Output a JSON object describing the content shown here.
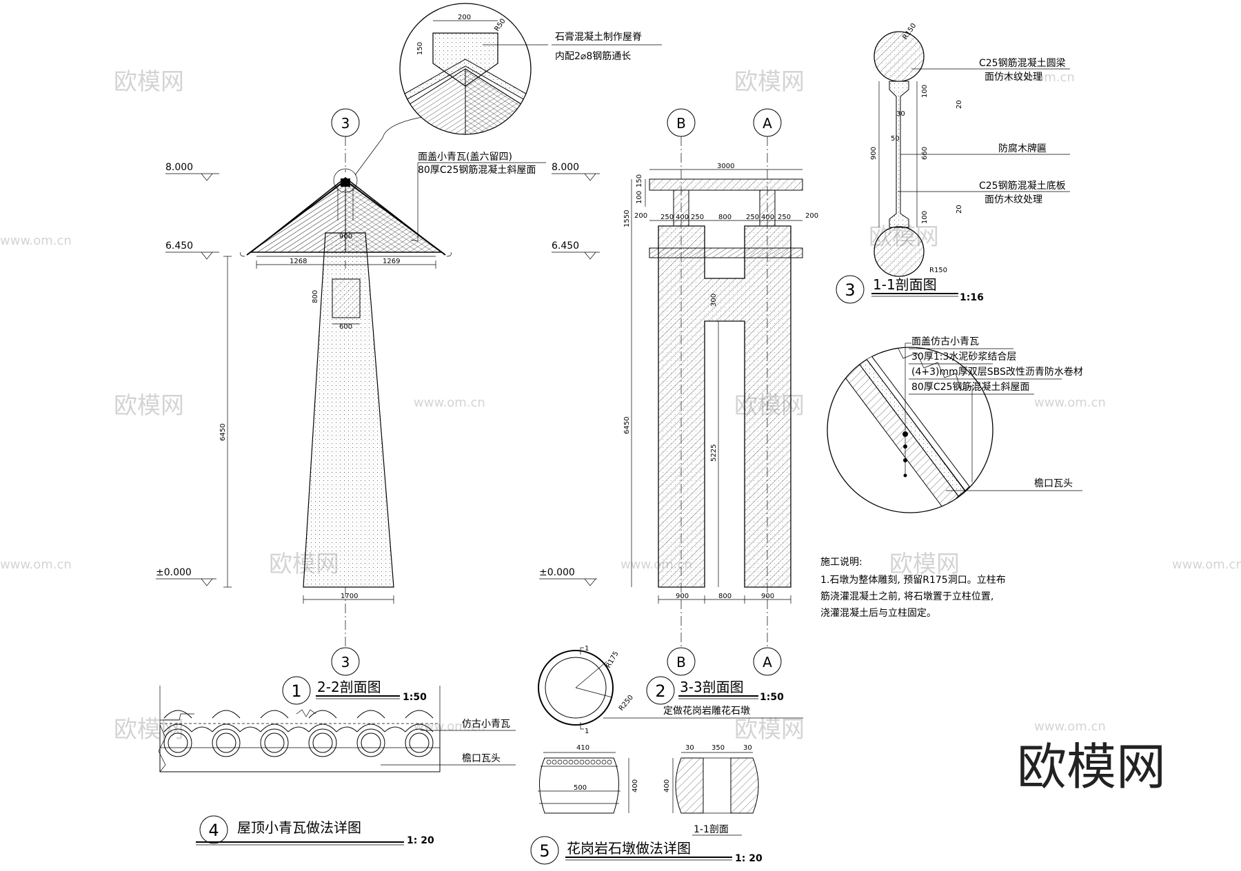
{
  "watermark": {
    "brand": "欧模网",
    "url": "www.om.cn"
  },
  "levels": {
    "top": "8.000",
    "eave": "6.450",
    "ground": "±0.000"
  },
  "grid_markers": {
    "c3": "3",
    "b": "B",
    "a": "A"
  },
  "view1": {
    "num": "1",
    "title": "2-2剖面图",
    "scale": "1:50",
    "note_tile": "面盖小青瓦(盖六留四)",
    "note_slab": "80厚C25钢筋混凝土斜屋面",
    "dims": {
      "eave_left": "1268",
      "eave_right": "1269",
      "top_width": "900",
      "height": "6450",
      "base_width": "1700",
      "panel_w": "600",
      "panel_h": "800"
    }
  },
  "ridge_detail": {
    "note1": "石膏混凝土制作屋脊",
    "note2": "内配2⌀8钢筋通长",
    "dims": {
      "width": "200",
      "height": "150",
      "radius": "R50"
    }
  },
  "view2": {
    "num": "2",
    "title": "3-3剖面图",
    "scale": "1:50",
    "dims": {
      "total_width": "3000",
      "beam_h1": "150",
      "beam_h2": "100",
      "top_h": "1550",
      "height": "6450",
      "inner_h": "5225",
      "beam_mid": "300",
      "side_200_left": "200",
      "side_200_right": "200",
      "seg": [
        "250",
        "400",
        "250",
        "800",
        "250",
        "400",
        "250"
      ],
      "bottom": [
        "900",
        "800",
        "900"
      ]
    }
  },
  "view3": {
    "num": "3",
    "title": "1-1剖面图",
    "scale": "1:16",
    "notes": [
      "C25钢筋混凝土圆梁",
      "面仿木纹处理",
      "防腐木牌匾",
      "C25钢筋混凝土底板",
      "面仿木纹处理"
    ],
    "dims": {
      "r_top": "R150",
      "r_bottom": "R150",
      "total": "900",
      "mid": "660",
      "top_a": "100",
      "top_b": "20",
      "bot_a": "100",
      "bot_b": "20",
      "w30": "30",
      "w50": "50"
    }
  },
  "roof_detail": {
    "layers": [
      "面盖仿古小青瓦",
      "30厚1:3水泥砂浆结合层",
      "(4+3)mm厚双层SBS改性沥青防水卷材",
      "80厚C25钢筋混凝土斜屋面"
    ],
    "eave": "檐口瓦头"
  },
  "notes": {
    "heading": "施工说明:",
    "lines": [
      "1.石墩为整体雕刻, 预留R175洞口。立柱布",
      "筋浇灌混凝土之前, 将石墩置于立柱位置,",
      "浇灌混凝土后与立柱固定。"
    ]
  },
  "view4": {
    "num": "4",
    "title": "屋顶小青瓦做法详图",
    "scale": "1: 20",
    "label1": "仿古小青瓦",
    "label2": "檐口瓦头"
  },
  "view5": {
    "num": "5",
    "title": "花岗岩石墩做法详图",
    "scale": "1: 20",
    "label": "定做花岗岩雕花石墩",
    "plan": {
      "r1": "R175",
      "r2": "R250",
      "cut": "1"
    },
    "dims": {
      "top": "410",
      "mid": "500",
      "height": "400",
      "sec_h": "400",
      "sec_a": "30",
      "sec_b": "350",
      "sec_c": "30"
    },
    "section_title": "1-1剖面"
  }
}
